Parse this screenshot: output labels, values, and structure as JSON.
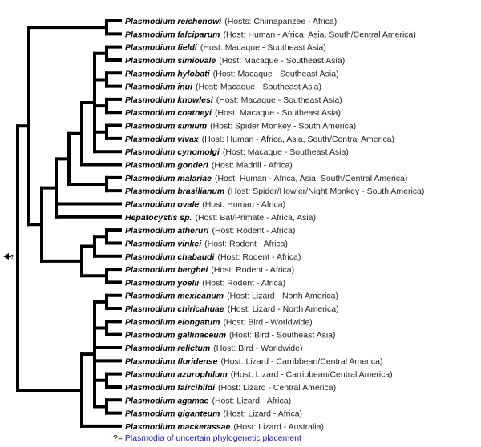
{
  "colors": {
    "branch": "#000000",
    "legend_text": "#1a1aa6"
  },
  "root_marker": {
    "icon": "left-arrow-icon",
    "label": "?"
  },
  "legend": {
    "mark": "?=",
    "text": "Plasmodia of uncertain phylogenetic placement"
  },
  "leaves": [
    {
      "name": "Plasmodium reichenowi",
      "host": "(Hosts: Chimapanzee - Africa)"
    },
    {
      "name": "Plasmodium falciparum",
      "host": "(Host: Human - Africa, Asia, South/Central America)"
    },
    {
      "name": "Plasmodium fieldi",
      "host": "(Host: Macaque - Southeast Asia)"
    },
    {
      "name": "Plasmodium simiovale",
      "host": "(Host: Macaque - Southeast Asia)"
    },
    {
      "name": "Plasmodium hylobati",
      "host": "(Host: Macaque - Southeast Asia)"
    },
    {
      "name": "Plasmodium inui",
      "host": "(Host: Macaque - Southeast Asia)"
    },
    {
      "name": "Plasmodium knowlesi",
      "host": "(Host: Macaque - Southeast Asia)"
    },
    {
      "name": "Plasmodium coatneyi",
      "host": "(Host: Macaque - Southeast Asia)"
    },
    {
      "name": "Plasmodium simium",
      "host": "(Host: Spider Monkey - South America)"
    },
    {
      "name": "Plasmodium vivax",
      "host": "(Host: Human - Africa, Asia, South/Central America)"
    },
    {
      "name": "Plasmodium cynomolgi",
      "host": "(Host: Macaque - Southeast Asia)"
    },
    {
      "name": "Plasmodium gonderi",
      "host": "(Host: Madrill - Africa)"
    },
    {
      "name": "Plasmodium malariae",
      "host": "(Host: Human - Africa, Asia, South/Central America)"
    },
    {
      "name": "Plasmodium brasilianum",
      "host": "(Host: Spider/Howler/Night Monkey - South America)"
    },
    {
      "name": "Plasmodium ovale",
      "host": "(Host: Human - Africa)"
    },
    {
      "name": "Hepatocystis sp.",
      "host": "(Host: Bat/Primate - Africa, Asia)"
    },
    {
      "name": "Plasmodium atheruri",
      "host": "(Host: Rodent - Africa)"
    },
    {
      "name": "Plasmodium vinkei",
      "host": "(Host: Rodent - Africa)"
    },
    {
      "name": "Plasmodium chabaudi",
      "host": "(Host: Rodent - Africa)"
    },
    {
      "name": "Plasmodium berghei",
      "host": "(Host: Rodent - Africa)"
    },
    {
      "name": "Plasmodium yoelii",
      "host": "(Host: Rodent - Africa)"
    },
    {
      "name": "Plasmodium mexicanum",
      "host": "(Host: Lizard - North America)"
    },
    {
      "name": "Plasmodium chiricahuae",
      "host": "(Host: Lizard - North America)"
    },
    {
      "name": "Plasmodium elongatum",
      "host": "(Host: Bird - Worldwide)"
    },
    {
      "name": "Plasmodium gallinaceum",
      "host": "(Host: Bird - Southeast Asia)"
    },
    {
      "name": "Plasmodium relictum",
      "host": "(Host: Bird - Worldwide)"
    },
    {
      "name": "Plasmodium floridense",
      "host": "(Host: Lizard - Carribbean/Central America)"
    },
    {
      "name": "Plasmodium azurophilum",
      "host": "(Host: Lizard - Carribbean/Central America)"
    },
    {
      "name": "Plasmodium faircihildi",
      "host": "(Host: Lizard - Central America)"
    },
    {
      "name": "Plasmodium agamae",
      "host": "(Host: Lizard - Africa)"
    },
    {
      "name": "Plasmodium giganteum",
      "host": "(Host: Lizard - Africa)"
    },
    {
      "name": "Plasmodium mackerassae",
      "host": "(Host: Lizard - Australia)"
    }
  ],
  "tree": [
    [
      [
        0,
        1
      ],
      [
        [
          [
            [
              [
                [
                  2,
                  3
                ],
                [
                  4,
                  5
                ],
                [
                  6,
                  7
                ],
                [
                  8,
                  9
                ],
                10
              ],
              11
            ],
            [
              12,
              13
            ]
          ],
          14,
          15
        ],
        [
          [
            [
              16,
              17
            ],
            18
          ],
          [
            19,
            20
          ]
        ]
      ]
    ],
    [
      [
        [
          21,
          22
        ],
        [
          23,
          24
        ],
        25,
        26,
        [
          27,
          28
        ],
        [
          29,
          30
        ]
      ],
      31
    ]
  ]
}
